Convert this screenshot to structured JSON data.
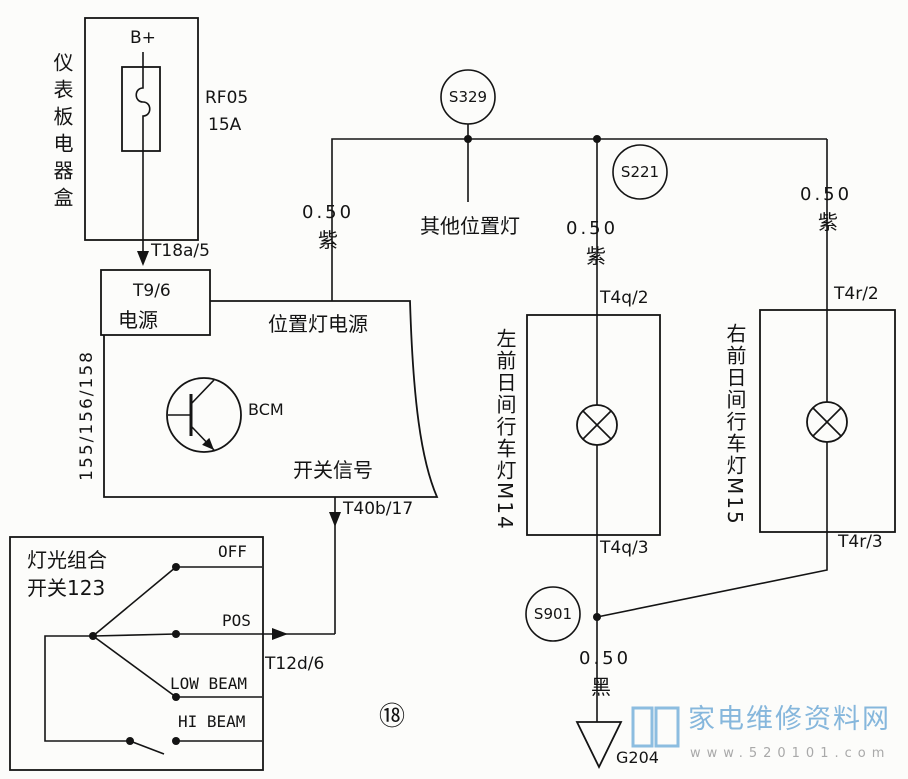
{
  "fuse_box": {
    "label": "仪表板电器盒",
    "supply": "B+",
    "fuse_id": "RF05",
    "fuse_rating": "15A",
    "output_pin": "T18a/5"
  },
  "bcm": {
    "power_pin": "T9/6",
    "power_label": "电源",
    "position_light_power": "位置灯电源",
    "page_ref": "155/156/158",
    "name": "BCM",
    "switch_signal": "开关信号",
    "signal_pin": "T40b/17"
  },
  "splices": {
    "s329": "S329",
    "s221": "S221",
    "s901": "S901"
  },
  "wires": {
    "bcm_feed": {
      "gauge": "0.50",
      "color": "紫"
    },
    "left_lamp_feed": {
      "gauge": "0.50",
      "color": "紫"
    },
    "right_lamp_feed": {
      "gauge": "0.50",
      "color": "紫"
    },
    "ground": {
      "gauge": "0.50",
      "color": "黑"
    }
  },
  "other_position_lights": "其他位置灯",
  "left_lamp": {
    "label": "左前日间行车灯M14",
    "pin_in": "T4q/2",
    "pin_out": "T4q/3"
  },
  "right_lamp": {
    "label": "右前日间行车灯M15",
    "pin_in": "T4r/2",
    "pin_out": "T4r/3"
  },
  "ground_point": "G204",
  "light_switch": {
    "title_line1": "灯光组合",
    "title_line2": "开关123",
    "off": "OFF",
    "pos": "POS",
    "low_beam": "LOW BEAM",
    "hi_beam": "HI BEAM",
    "pin": "T12d/6"
  },
  "diagram_number": "⑱",
  "watermark": {
    "name": "家电维修资料网",
    "url": "www.520101.com",
    "color": "#86b7dc"
  }
}
